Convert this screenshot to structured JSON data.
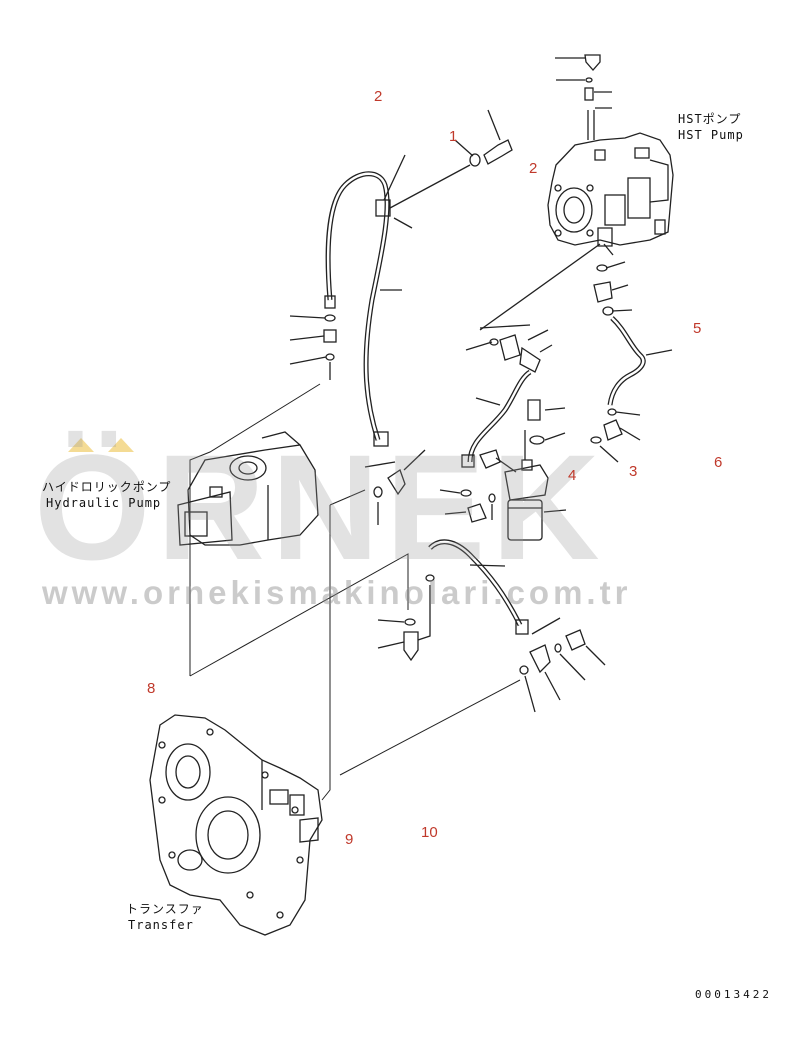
{
  "labels": {
    "hst_jp": "HSTポンプ",
    "hst_en": "HST Pump",
    "hyd_jp": "ハイドロリックポンプ",
    "hyd_en": "Hydraulic Pump",
    "trans_jp": "トランスファ",
    "trans_en": "Transfer"
  },
  "callouts": {
    "n1": "1",
    "n2a": "2",
    "n2b": "2",
    "n3": "3",
    "n4": "4",
    "n5": "5",
    "n6": "6",
    "n8": "8",
    "n9": "9",
    "n10": "10"
  },
  "watermark": {
    "word": "ÖRNEK",
    "url": "www.ornekismakinolari.com.tr"
  },
  "drawing_code": "00013422",
  "colors": {
    "callout": "#c0392b",
    "linework": "#222222",
    "watermark_gray": "#a0a0a0",
    "watermark_gold": "#ebbe3c"
  }
}
